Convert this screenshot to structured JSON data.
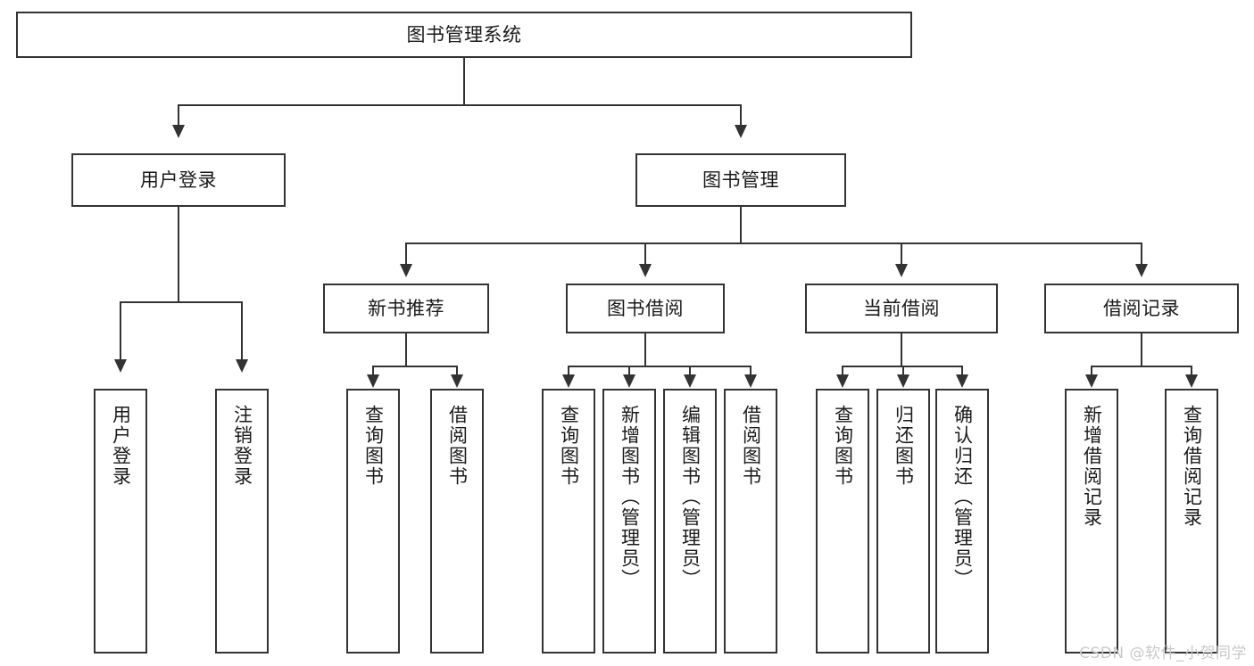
{
  "diagram": {
    "title": "图书管理系统",
    "type": "tree-hierarchy",
    "root": {
      "label": "图书管理系统"
    },
    "level2": [
      {
        "label": "用户登录"
      },
      {
        "label": "图书管理"
      }
    ],
    "level3": [
      {
        "label": "新书推荐"
      },
      {
        "label": "图书借阅"
      },
      {
        "label": "当前借阅"
      },
      {
        "label": "借阅记录"
      }
    ],
    "leaves": {
      "user_login": [
        {
          "label": "用户登录"
        },
        {
          "label": "注销登录"
        }
      ],
      "new_book_recommend": [
        {
          "label": "查询图书"
        },
        {
          "label": "借阅图书"
        }
      ],
      "book_borrow": [
        {
          "label": "查询图书"
        },
        {
          "label": "新增图书（管理员）"
        },
        {
          "label": "编辑图书（管理员）"
        },
        {
          "label": "借阅图书"
        }
      ],
      "current_borrow": [
        {
          "label": "查询图书"
        },
        {
          "label": "归还图书"
        },
        {
          "label": "确认归还（管理员）"
        }
      ],
      "borrow_record": [
        {
          "label": "新增借阅记录"
        },
        {
          "label": "查询借阅记录"
        }
      ]
    }
  },
  "watermark": {
    "text": "CSDN @软件_小贺同学"
  },
  "colors": {
    "stroke": "#333333",
    "text": "#1a1a1a",
    "background": "#ffffff",
    "watermark": "#c9c9c9"
  }
}
